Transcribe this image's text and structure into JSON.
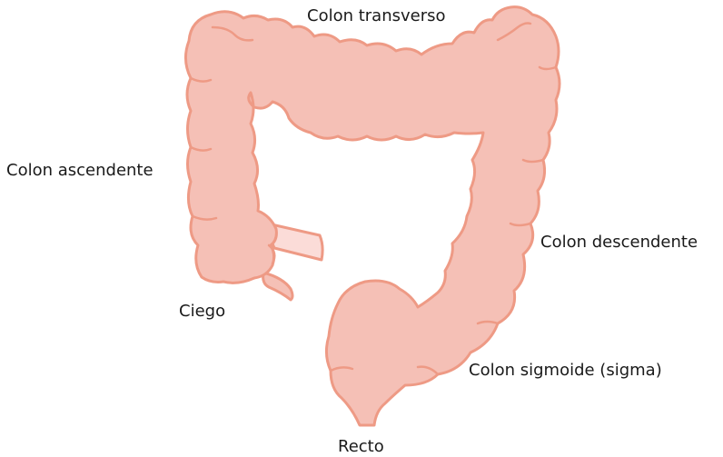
{
  "colors": {
    "colon_fill": "#f5c0b6",
    "colon_stroke": "#ee9a85",
    "appendix_fill": "#fbdcd8",
    "label_text": "#1a1a1a"
  },
  "labels": {
    "transverse": "Colon transverso",
    "ascending": "Colon ascendente",
    "descending": "Colon descendente",
    "cecum": "Ciego",
    "sigmoid": "Colon sigmoide (sigma)",
    "rectum": "Recto"
  }
}
